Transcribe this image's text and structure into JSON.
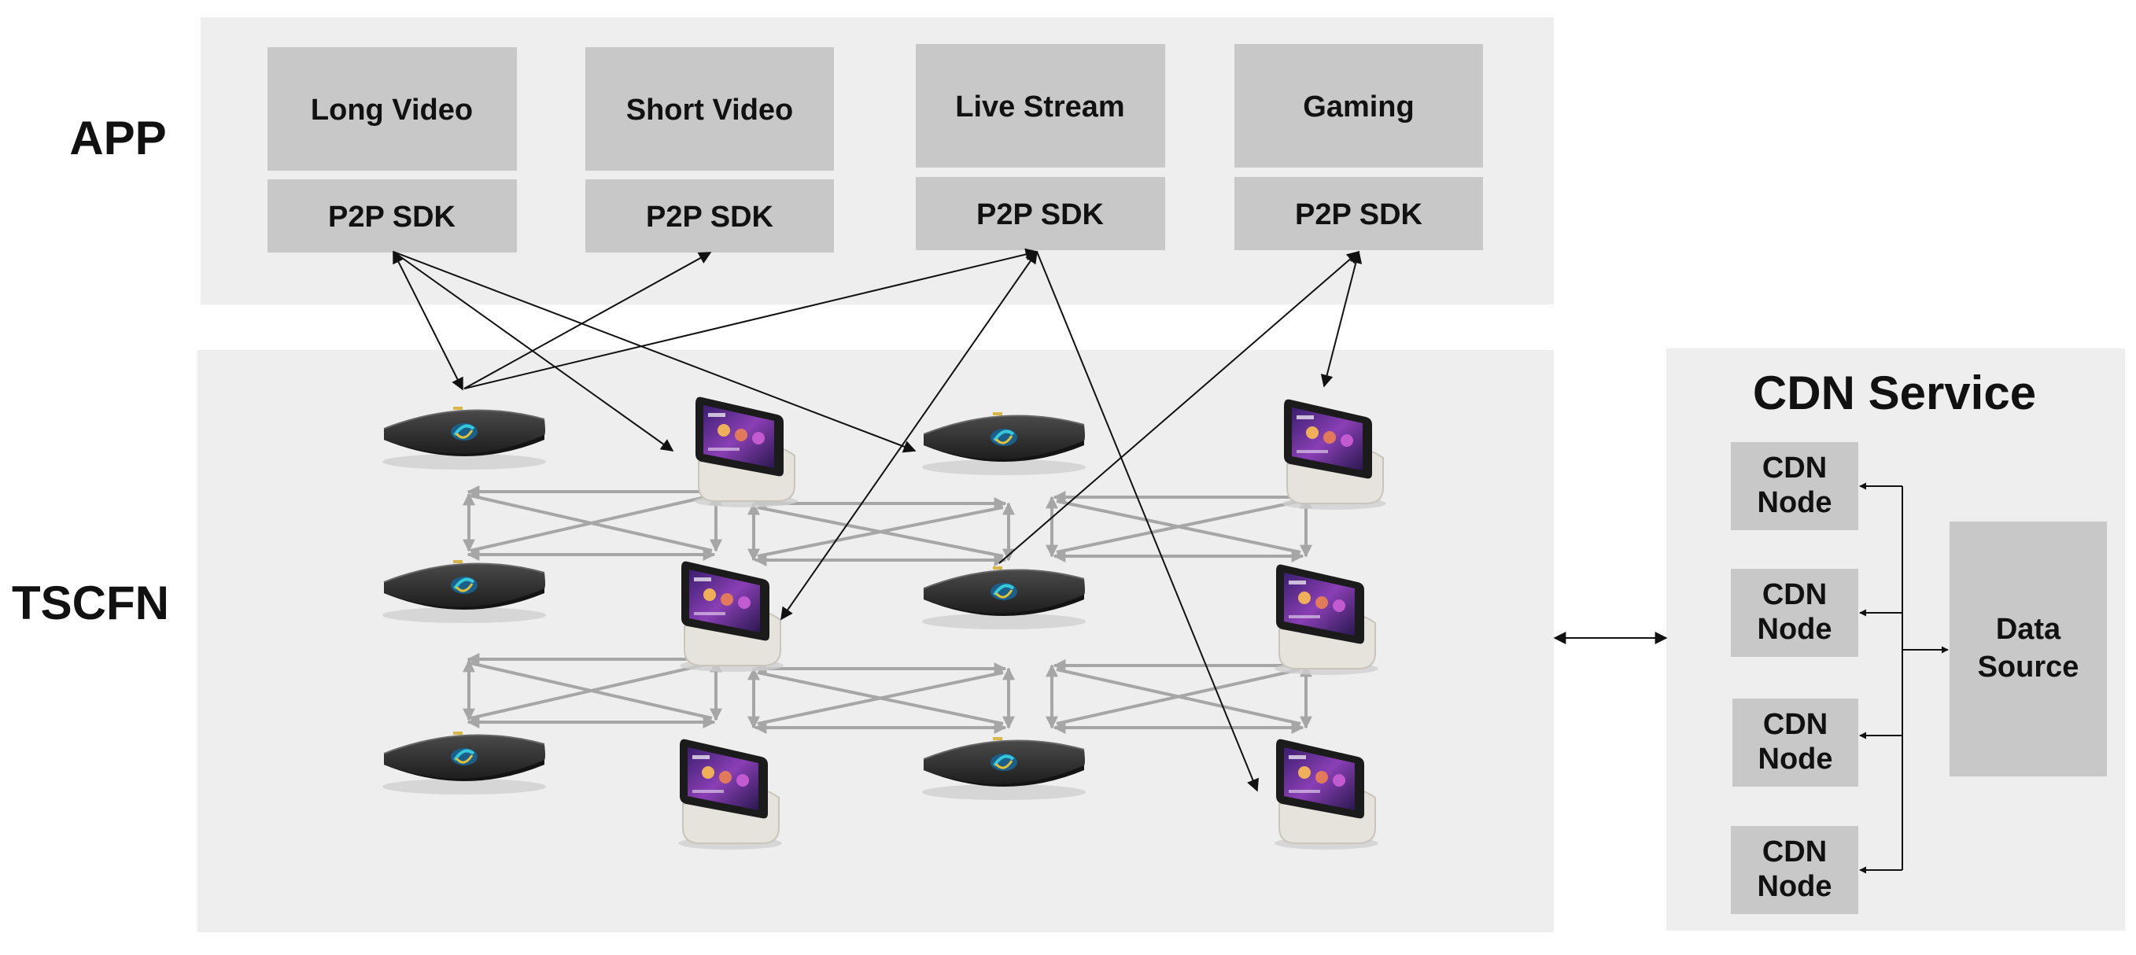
{
  "sections": {
    "app_label": "APP",
    "tscfn_label": "TSCFN",
    "cdn_title": "CDN Service"
  },
  "apps": [
    {
      "name": "Long Video",
      "sdk": "P2P SDK"
    },
    {
      "name": "Short Video",
      "sdk": "P2P SDK"
    },
    {
      "name": "Live Stream",
      "sdk": "P2P SDK"
    },
    {
      "name": "Gaming",
      "sdk": "P2P SDK"
    }
  ],
  "cdn": {
    "nodes": [
      {
        "line1": "CDN",
        "line2": "Node"
      },
      {
        "line1": "CDN",
        "line2": "Node"
      },
      {
        "line1": "CDN",
        "line2": "Node"
      },
      {
        "line1": "CDN",
        "line2": "Node"
      }
    ],
    "source": {
      "line1": "Data",
      "line2": "Source"
    }
  },
  "colors": {
    "panel": "#eeeeee",
    "box": "#c8c8c8",
    "mesh_line": "#a6a6a6",
    "arrow": "#111111",
    "device_dark": "#2b2b2b",
    "device_light": "#e6e3dd",
    "screen_accent": "#7a3fb0"
  },
  "devices": [
    {
      "type": "set-top-box",
      "icon": "router-box-icon"
    },
    {
      "type": "smart-display",
      "icon": "smart-display-icon"
    }
  ]
}
